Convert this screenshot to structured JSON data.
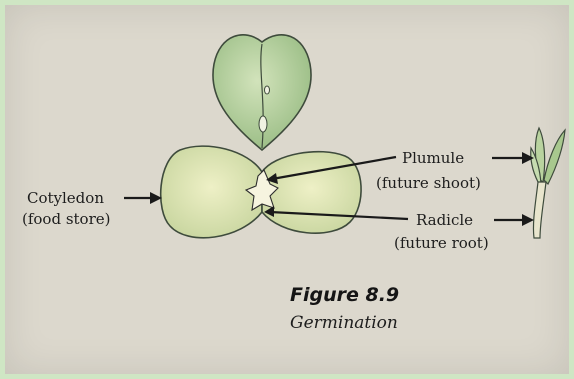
{
  "labels": {
    "cotyledon": "Cotyledon",
    "cotyledon_sub": "(food store)",
    "plumule": "Plumule",
    "plumule_sub": "(future shoot)",
    "radicle": "Radicle",
    "radicle_sub": "(future root)"
  },
  "caption": {
    "number": "Figure 8.9",
    "title": "Germination"
  },
  "colors": {
    "frame": "#cfe6c4",
    "paper": "#dcd8cd",
    "seed_fill": "#b9d39f",
    "cotyledon_fill": "#e5e8b8",
    "ink": "#1d1d1d"
  }
}
